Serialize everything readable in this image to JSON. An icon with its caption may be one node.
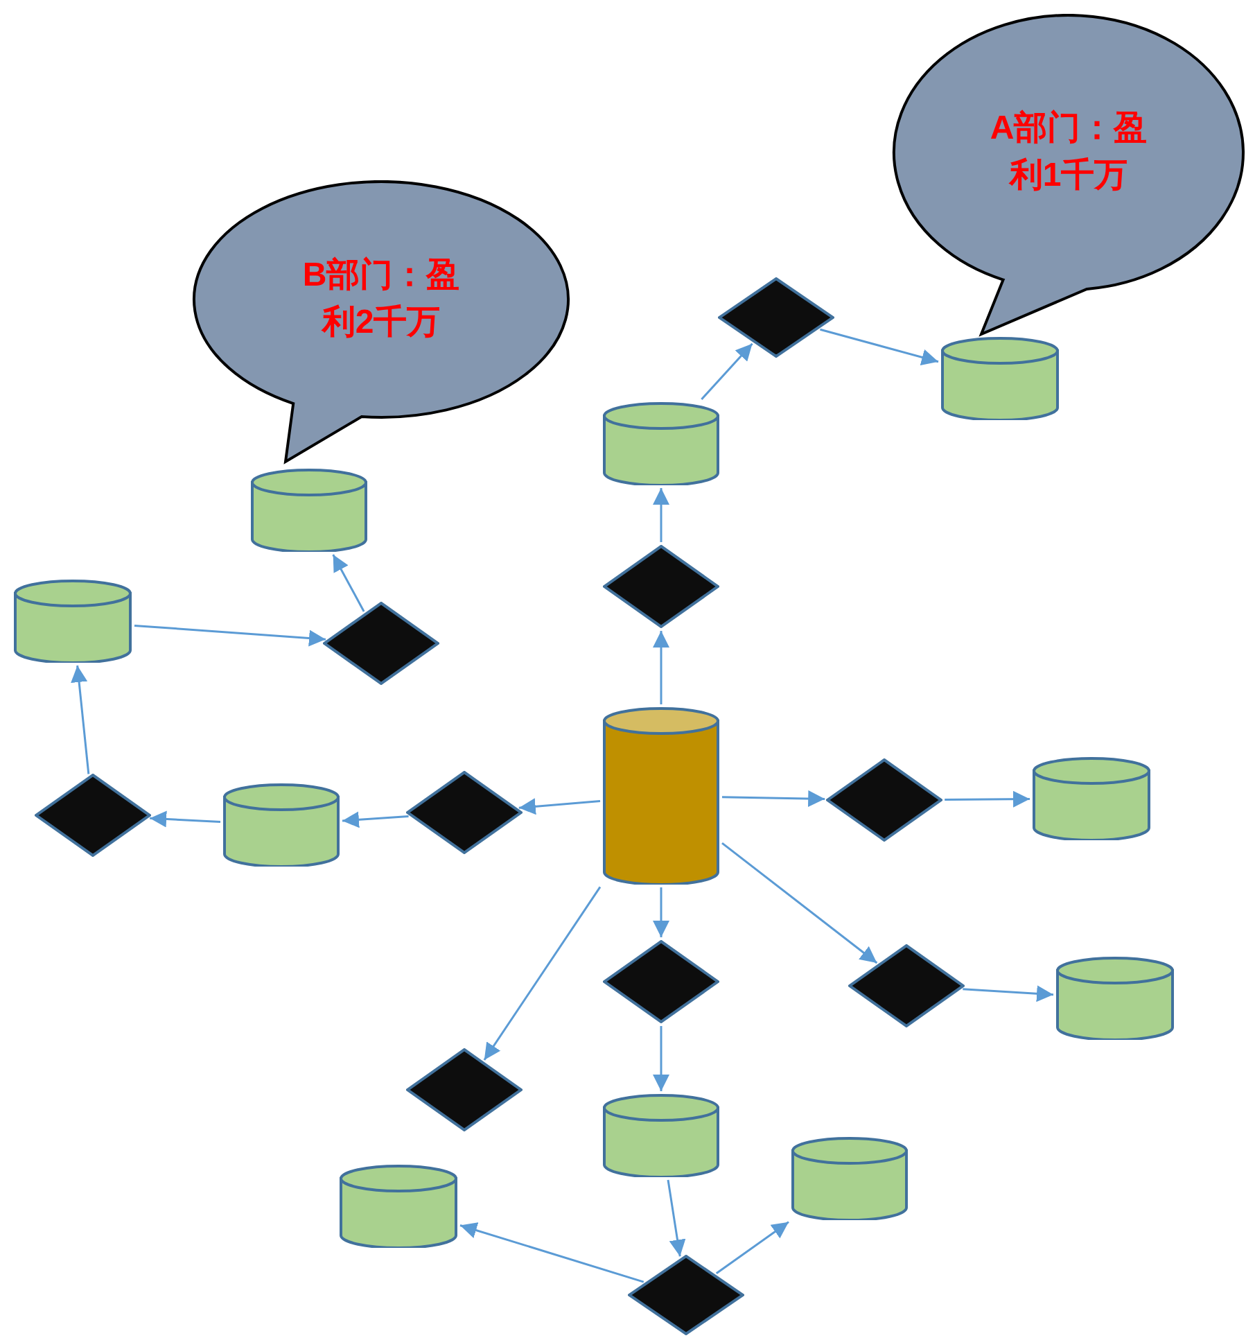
{
  "diagram": {
    "nodes": [
      {
        "text": [
          "A部门：盈利1千万"
        ]
      },
      {
        "text": [
          "B部门：盈利2千万"
        ]
      },
      {
        "text": [],
        "shape": "diamond"
      },
      {
        "text": [],
        "shape": "cylinder"
      },
      {
        "text": [],
        "shape": "cylinder"
      },
      {
        "text": [],
        "shape": "cylinder"
      },
      {
        "text": [],
        "shape": "diamond"
      },
      {
        "text": [],
        "shape": "cylinder"
      },
      {
        "text": [],
        "shape": "diamond"
      },
      {
        "text": [],
        "shape": "cylinder"
      },
      {
        "text": [],
        "shape": "diamond"
      },
      {
        "text": [],
        "shape": "cylinder"
      },
      {
        "text": [],
        "shape": "diamond"
      },
      {
        "text": [],
        "shape": "diamond"
      },
      {
        "text": [],
        "shape": "cylinder"
      },
      {
        "text": [],
        "shape": "diamond"
      },
      {
        "text": [],
        "shape": "diamond"
      },
      {
        "text": [],
        "shape": "cylinder"
      },
      {
        "text": [],
        "shape": "diamond"
      },
      {
        "text": [],
        "shape": "cylinder"
      },
      {
        "text": [],
        "shape": "cylinder"
      },
      {
        "text": [],
        "shape": "cylinder"
      },
      {
        "text": [],
        "shape": "diamond"
      }
    ],
    "edges": [
      {
        "from": 9,
        "to": 6,
        "arrow": "to"
      },
      {
        "from": 6,
        "to": 4,
        "arrow": "to"
      },
      {
        "from": 4,
        "to": 2,
        "arrow": "to"
      },
      {
        "from": 2,
        "to": 3,
        "arrow": "to"
      },
      {
        "from": 9,
        "to": 10,
        "arrow": "to"
      },
      {
        "from": 10,
        "to": 11,
        "arrow": "to"
      },
      {
        "from": 11,
        "to": 12,
        "arrow": "to"
      },
      {
        "from": 12,
        "to": 7,
        "arrow": "to"
      },
      {
        "from": 7,
        "to": 8,
        "arrow": "to"
      },
      {
        "from": 8,
        "to": 5,
        "arrow": "to"
      },
      {
        "from": 9,
        "to": 13,
        "arrow": "to"
      },
      {
        "from": 13,
        "to": 14,
        "arrow": "to"
      },
      {
        "from": 9,
        "to": 16,
        "arrow": "to"
      },
      {
        "from": 16,
        "to": 17,
        "arrow": "to"
      },
      {
        "from": 9,
        "to": 15,
        "arrow": "to"
      },
      {
        "from": 15,
        "to": 19,
        "arrow": "to"
      },
      {
        "from": 19,
        "to": 22,
        "arrow": "to"
      },
      {
        "from": 22,
        "to": 21,
        "arrow": "to"
      },
      {
        "from": 22,
        "to": 20,
        "arrow": "to"
      },
      {
        "from": 9,
        "to": 18,
        "arrow": "to"
      }
    ]
  }
}
